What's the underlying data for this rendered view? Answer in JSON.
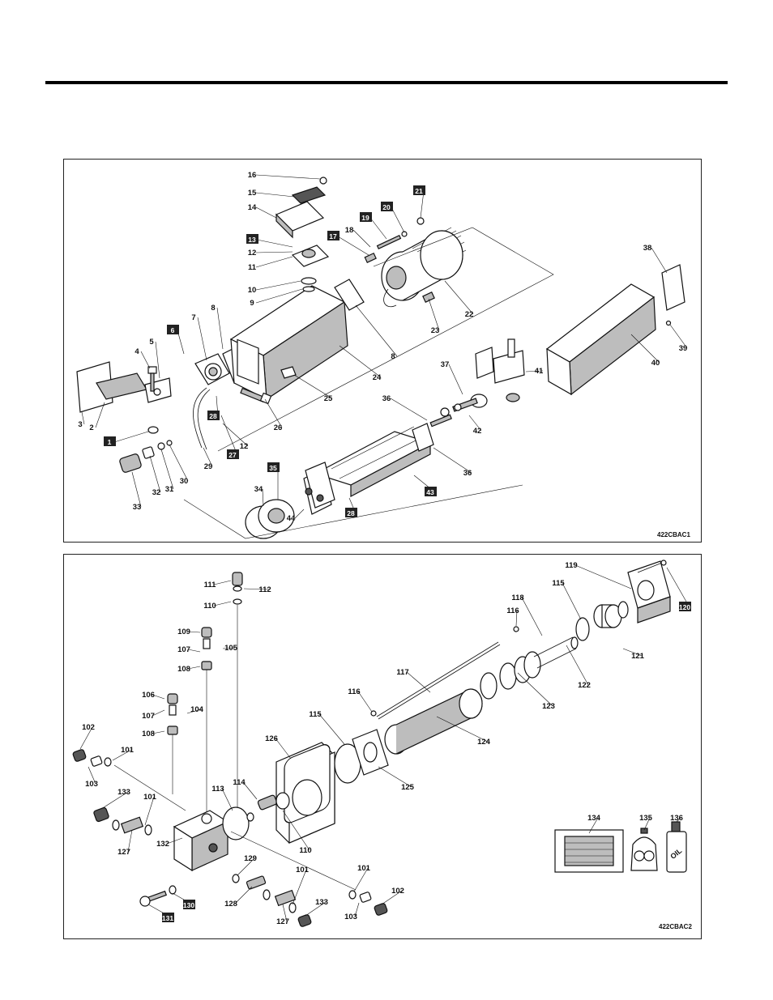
{
  "panel1": {
    "code": "422CBAC1",
    "labels": [
      "1",
      "2",
      "3",
      "4",
      "5",
      "6",
      "7",
      "8",
      "8",
      "9",
      "10",
      "11",
      "12",
      "12",
      "13",
      "14",
      "15",
      "16",
      "17",
      "18",
      "19",
      "20",
      "21",
      "22",
      "23",
      "24",
      "25",
      "26",
      "27",
      "28",
      "28",
      "29",
      "30",
      "31",
      "32",
      "33",
      "34",
      "35",
      "36",
      "36",
      "37",
      "38",
      "39",
      "40",
      "41",
      "42",
      "43",
      "44"
    ]
  },
  "panel2": {
    "code": "422CBAC2",
    "labels": [
      "101",
      "101",
      "101",
      "101",
      "102",
      "102",
      "103",
      "103",
      "104",
      "105",
      "106",
      "107",
      "107",
      "108",
      "108",
      "109",
      "110",
      "110",
      "111",
      "112",
      "113",
      "114",
      "115",
      "115",
      "116",
      "116",
      "117",
      "118",
      "119",
      "120",
      "121",
      "122",
      "123",
      "124",
      "125",
      "126",
      "127",
      "127",
      "128",
      "129",
      "130",
      "131",
      "132",
      "133",
      "133",
      "134",
      "135",
      "136"
    ],
    "oil_label": "OIL"
  }
}
